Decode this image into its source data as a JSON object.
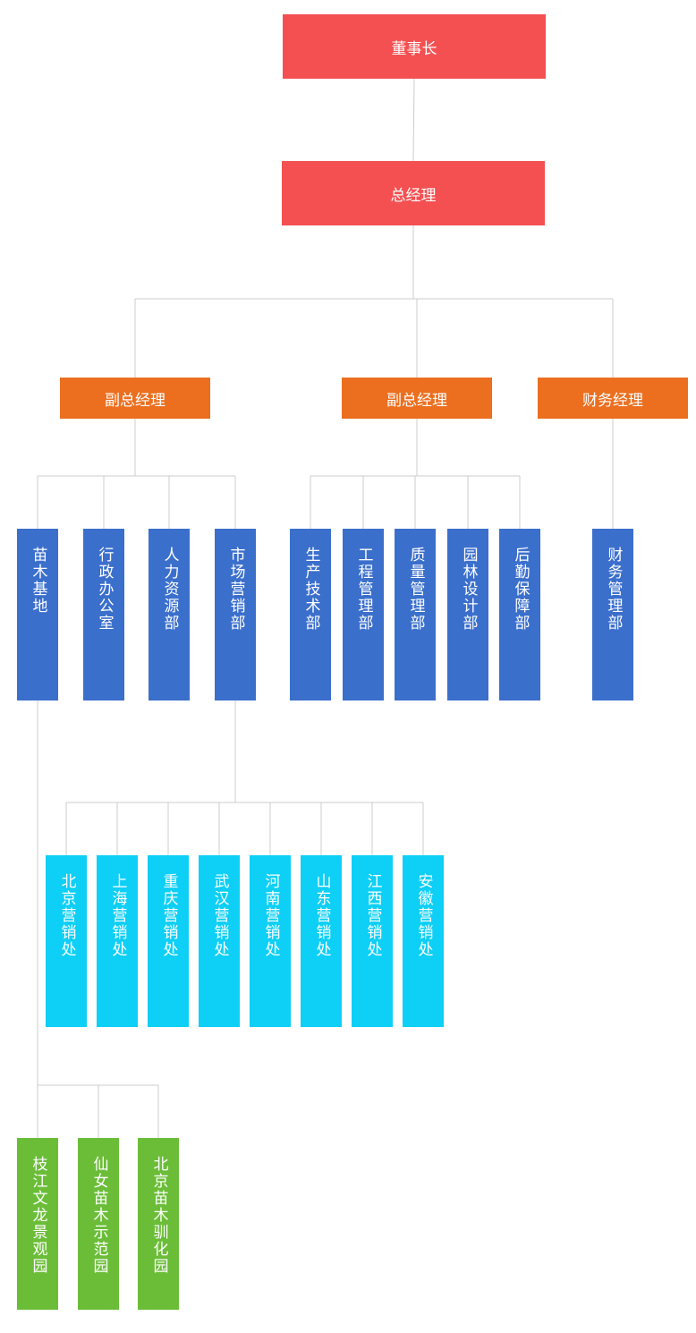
{
  "colors": {
    "level1": "#f45052",
    "level2": "#eb6f1f",
    "dept": "#3b6fcc",
    "sales": "#0ecff6",
    "garden": "#6bbd38",
    "line": "#cccccc"
  },
  "nodes": [
    {
      "id": "chairman",
      "label": "董事长",
      "color": "level1"
    },
    {
      "id": "general-manager",
      "label": "总经理",
      "color": "level1"
    },
    {
      "id": "vp-1",
      "label": "副总经理",
      "color": "level2"
    },
    {
      "id": "vp-2",
      "label": "副总经理",
      "color": "level2"
    },
    {
      "id": "finance-manager",
      "label": "财务经理",
      "color": "level2"
    },
    {
      "id": "nursery-base",
      "label": "苗木基地",
      "color": "dept"
    },
    {
      "id": "admin-office",
      "label": "行政办公室",
      "color": "dept"
    },
    {
      "id": "hr-dept",
      "label": "人力资源部",
      "color": "dept"
    },
    {
      "id": "marketing-dept",
      "label": "市场营销部",
      "color": "dept"
    },
    {
      "id": "production-tech-dept",
      "label": "生产技术部",
      "color": "dept"
    },
    {
      "id": "engineering-dept",
      "label": "工程管理部",
      "color": "dept"
    },
    {
      "id": "quality-dept",
      "label": "质量管理部",
      "color": "dept"
    },
    {
      "id": "landscape-design-dept",
      "label": "园林设计部",
      "color": "dept"
    },
    {
      "id": "logistics-dept",
      "label": "后勤保障部",
      "color": "dept"
    },
    {
      "id": "finance-dept",
      "label": "财务管理部",
      "color": "dept"
    },
    {
      "id": "beijing-sales",
      "label": "北京营销处",
      "color": "sales"
    },
    {
      "id": "shanghai-sales",
      "label": "上海营销处",
      "color": "sales"
    },
    {
      "id": "chongqing-sales",
      "label": "重庆营销处",
      "color": "sales"
    },
    {
      "id": "wuhan-sales",
      "label": "武汉营销处",
      "color": "sales"
    },
    {
      "id": "henan-sales",
      "label": "河南营销处",
      "color": "sales"
    },
    {
      "id": "shandong-sales",
      "label": "山东营销处",
      "color": "sales"
    },
    {
      "id": "jiangxi-sales",
      "label": "江西营销处",
      "color": "sales"
    },
    {
      "id": "anhui-sales",
      "label": "安徽营销处",
      "color": "sales"
    },
    {
      "id": "zhijiang-garden",
      "label": "枝江文龙景观园",
      "color": "garden"
    },
    {
      "id": "xiannv-garden",
      "label": "仙女苗木示范园",
      "color": "garden"
    },
    {
      "id": "beijing-garden",
      "label": "北京苗木驯化园",
      "color": "garden"
    }
  ],
  "edges": [
    {
      "parent": "chairman",
      "children": [
        "general-manager"
      ]
    },
    {
      "parent": "general-manager",
      "children": [
        "vp-1",
        "vp-2",
        "finance-manager"
      ]
    },
    {
      "parent": "vp-1",
      "children": [
        "nursery-base",
        "admin-office",
        "hr-dept",
        "marketing-dept"
      ]
    },
    {
      "parent": "vp-2",
      "children": [
        "production-tech-dept",
        "engineering-dept",
        "quality-dept",
        "landscape-design-dept",
        "logistics-dept"
      ]
    },
    {
      "parent": "finance-manager",
      "children": [
        "finance-dept"
      ]
    },
    {
      "parent": "marketing-dept",
      "children": [
        "beijing-sales",
        "shanghai-sales",
        "chongqing-sales",
        "wuhan-sales",
        "henan-sales",
        "shandong-sales",
        "jiangxi-sales",
        "anhui-sales"
      ]
    },
    {
      "parent": "nursery-base",
      "children": [
        "zhijiang-garden",
        "xiannv-garden",
        "beijing-garden"
      ]
    }
  ]
}
